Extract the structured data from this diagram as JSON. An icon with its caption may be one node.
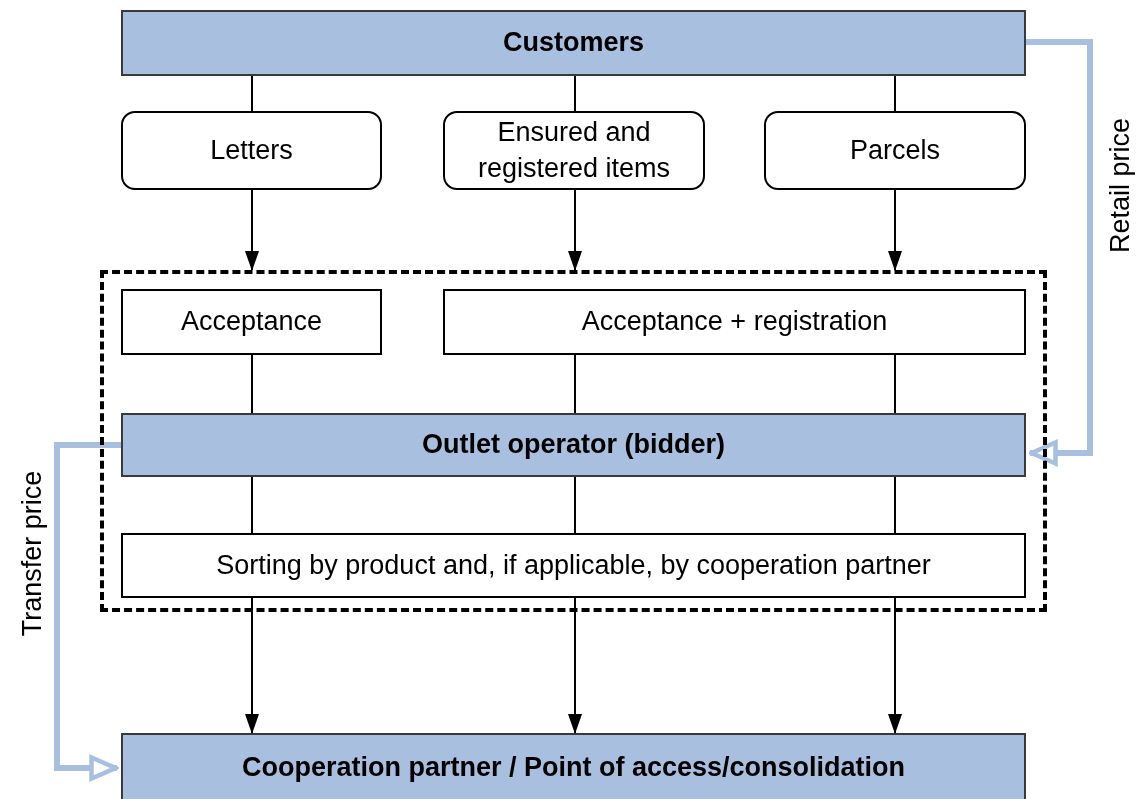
{
  "diagram": {
    "nodes": [
      {
        "text": [
          "Customers"
        ]
      },
      {
        "text": [
          "Letters"
        ]
      },
      {
        "text": [
          "Ensured and registered items"
        ]
      },
      {
        "text": [
          "Parcels"
        ]
      },
      {
        "text": [],
        "shape": "box"
      },
      {
        "text": [
          "Acceptance"
        ],
        "in": 4
      },
      {
        "text": [
          "Acceptance + registration"
        ],
        "in": 4
      },
      {
        "text": [
          "Outlet operator (bidder)"
        ],
        "in": 4
      },
      {
        "text": [
          "Sorting by product and, if applicable, by cooperation partner"
        ],
        "in": 4
      },
      {
        "text": [
          "Cooperation partner / Point of access/consolidation"
        ]
      }
    ],
    "edges": [
      {
        "from": 0,
        "to": 1,
        "arrow": "none"
      },
      {
        "from": 0,
        "to": 2,
        "arrow": "none"
      },
      {
        "from": 0,
        "to": 3,
        "arrow": "none"
      },
      {
        "from": 1,
        "to": 4,
        "arrow": "to"
      },
      {
        "from": 2,
        "to": 4,
        "arrow": "to"
      },
      {
        "from": 3,
        "to": 4,
        "arrow": "to"
      },
      {
        "from": 5,
        "to": 7,
        "arrow": "none"
      },
      {
        "from": 6,
        "to": 7,
        "arrow": "none"
      },
      {
        "from": 6,
        "to": 7,
        "arrow": "none"
      },
      {
        "from": 7,
        "to": 8,
        "arrow": "none"
      },
      {
        "from": 7,
        "to": 8,
        "arrow": "none"
      },
      {
        "from": 7,
        "to": 8,
        "arrow": "none"
      },
      {
        "from": 8,
        "to": 9,
        "arrow": "to"
      },
      {
        "from": 8,
        "to": 9,
        "arrow": "to"
      },
      {
        "from": 8,
        "to": 9,
        "arrow": "to"
      },
      {
        "from": 0,
        "to": 7,
        "arrow": "to",
        "label": "Retail price",
        "style": "thick",
        "color": "#a9bfe0"
      },
      {
        "from": 7,
        "to": 9,
        "arrow": "to",
        "label": "Transfer price",
        "style": "thick",
        "color": "#a9bfe0"
      }
    ]
  }
}
